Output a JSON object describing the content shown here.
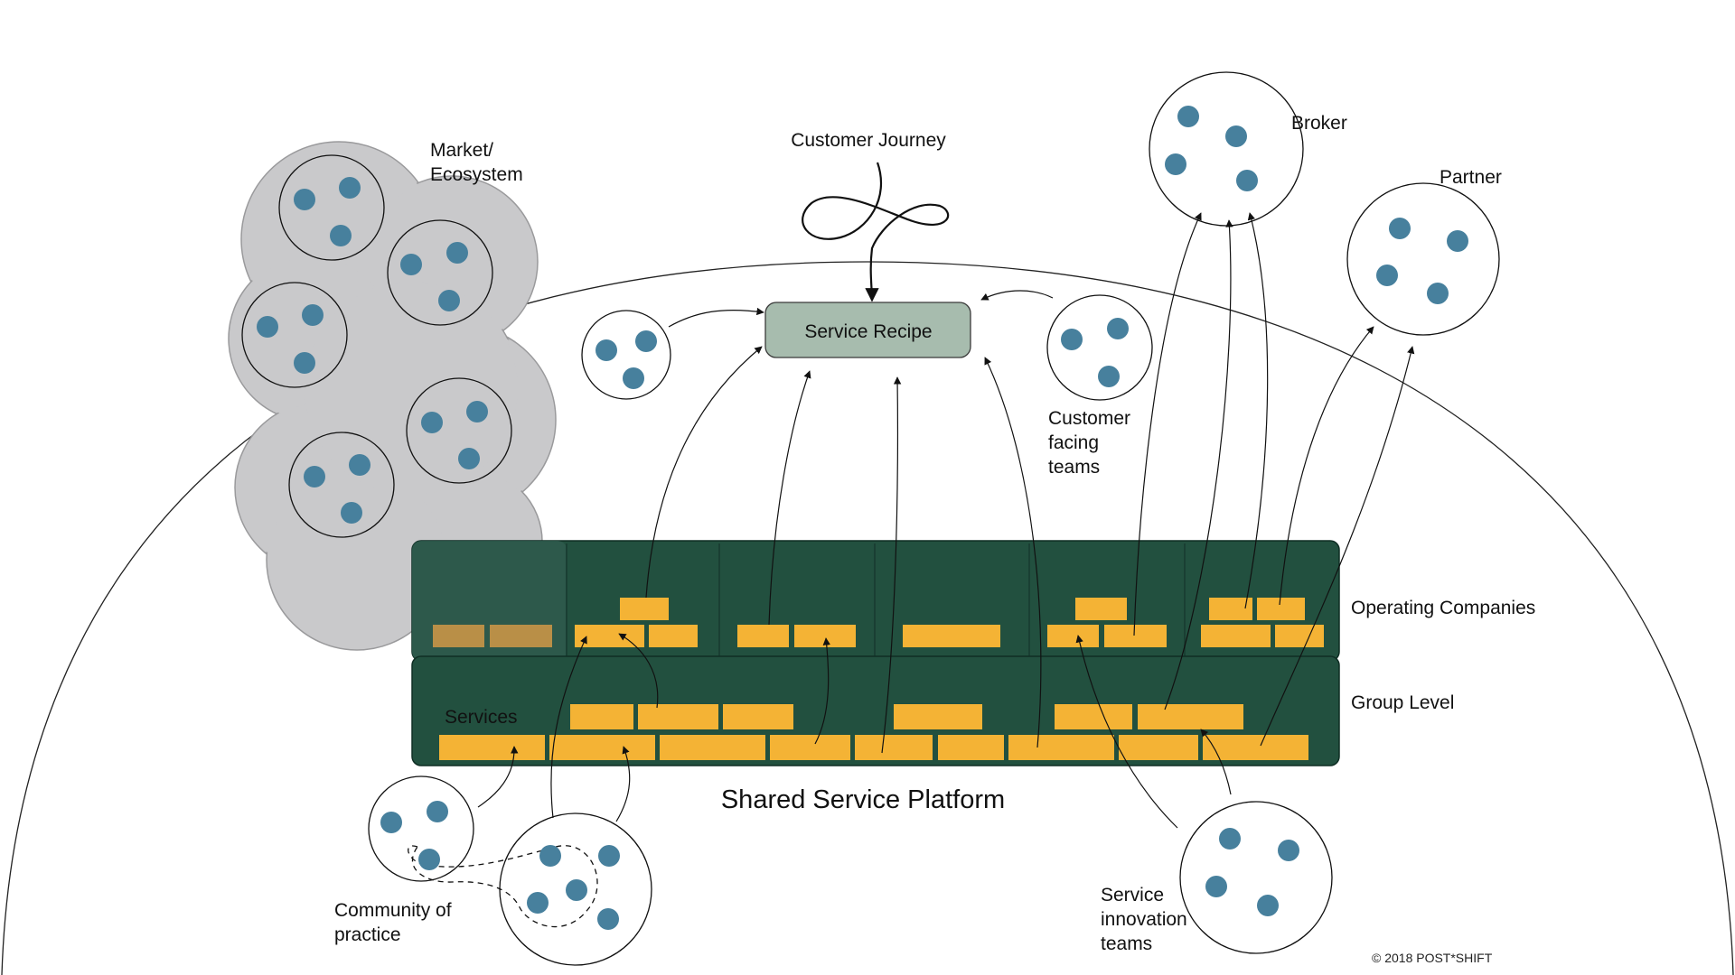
{
  "labels": {
    "market": [
      "Market/",
      "Ecosystem"
    ],
    "customer_journey": "Customer Journey",
    "service_recipe": "Service Recipe",
    "broker": "Broker",
    "partner": "Partner",
    "customer_facing": [
      "Customer",
      "facing",
      "teams"
    ],
    "operating_companies": "Operating Companies",
    "group_level": "Group Level",
    "services": "Services",
    "platform": "Shared Service Platform",
    "community": [
      "Community of",
      "practice"
    ],
    "service_innovation": [
      "Service",
      "innovation",
      "teams"
    ],
    "copyright": "© 2018 POST*SHIFT"
  },
  "colors": {
    "cloud": "#c9c9cb",
    "team_dot": "#47809d",
    "platform": "#22503f",
    "brick": "#f4b335",
    "recipe": "#a7bcae"
  }
}
